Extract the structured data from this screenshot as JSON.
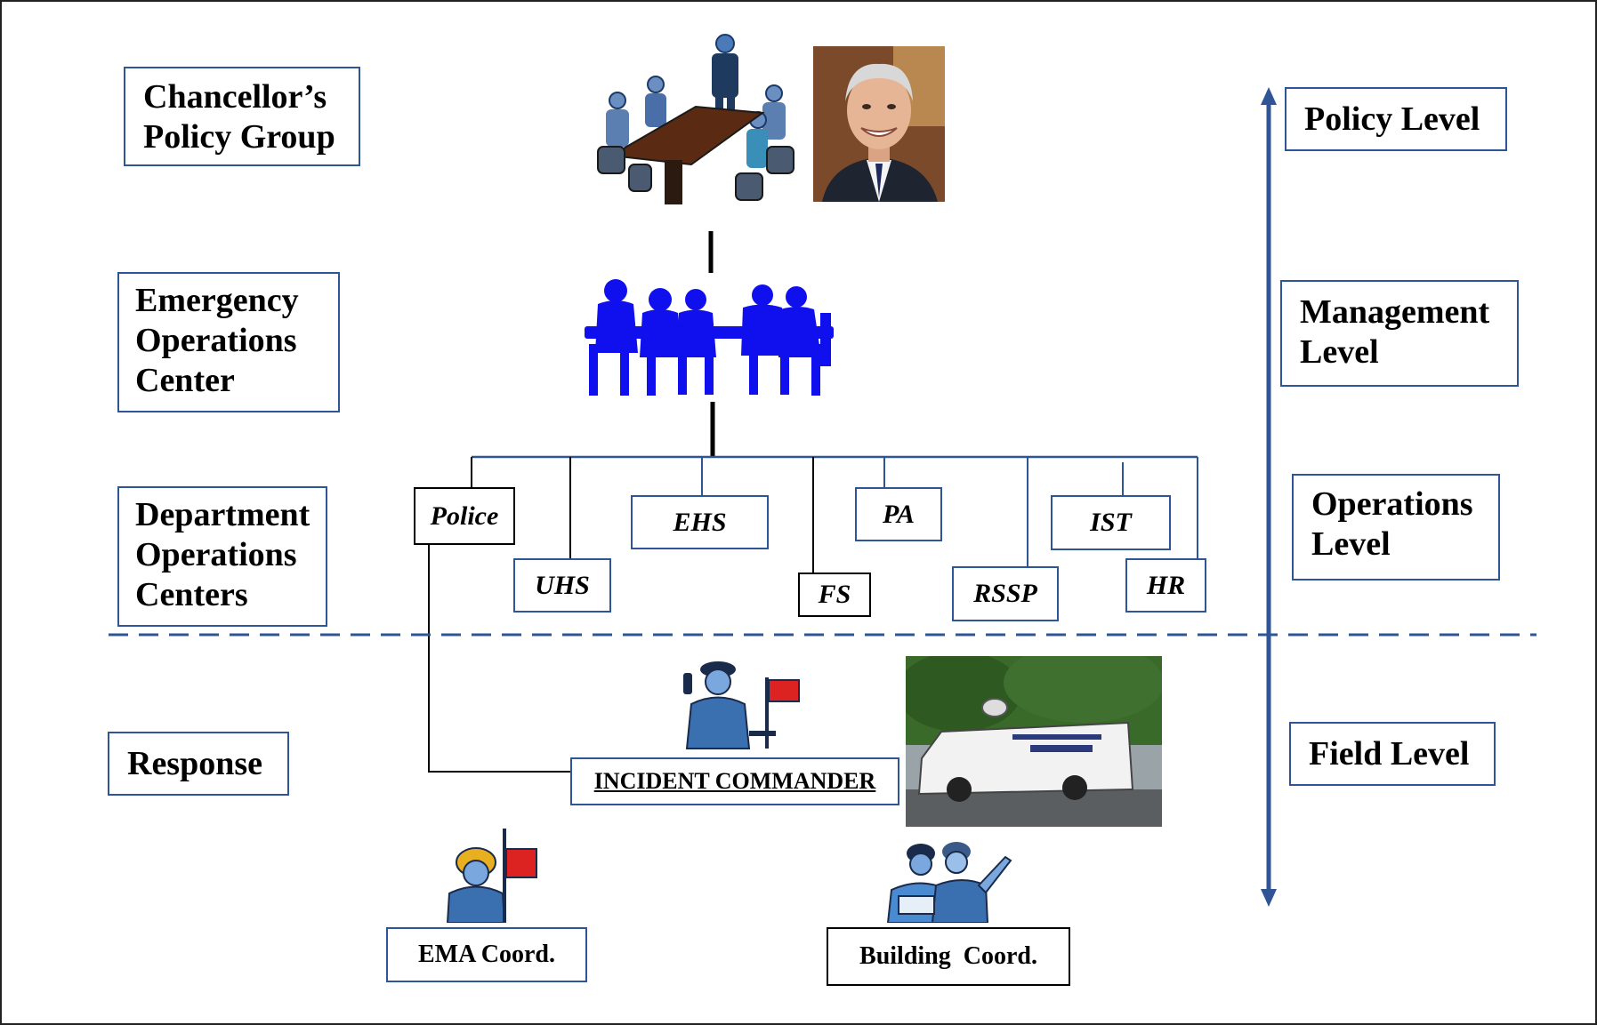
{
  "levels_left": {
    "policy_group": [
      "Chancellor’s",
      "Policy Group"
    ],
    "eoc": [
      "Emergency",
      "Operations",
      "Center"
    ],
    "doc": [
      "Department",
      "Operations",
      "Centers"
    ],
    "response": "Response"
  },
  "levels_right": {
    "policy": "Policy Level",
    "management": [
      "Management",
      "Level"
    ],
    "operations": [
      "Operations",
      "Level"
    ],
    "field": "Field Level"
  },
  "departments": {
    "police": "Police",
    "uhs": "UHS",
    "ehs": "EHS",
    "fs": "FS",
    "pa": "PA",
    "rssp": "RSSP",
    "ist": "IST",
    "hr": "HR"
  },
  "field": {
    "incident_commander": "INCIDENT COMMANDER",
    "ema_coord": "EMA Coord.",
    "building_coord": "Building  Coord."
  },
  "colors": {
    "box_border": "#2f5596",
    "eoc_silhouette": "#1010ee",
    "arrow": "#2f5596",
    "clipart_blue": "#3a6fb0"
  },
  "icons": {
    "policy_meeting": "conference-table-icon",
    "eoc_meeting": "team-meeting-silhouette-icon",
    "incident_commander": "police-officer-radio-icon",
    "ema": "worker-flag-icon",
    "building": "inspectors-icon"
  }
}
